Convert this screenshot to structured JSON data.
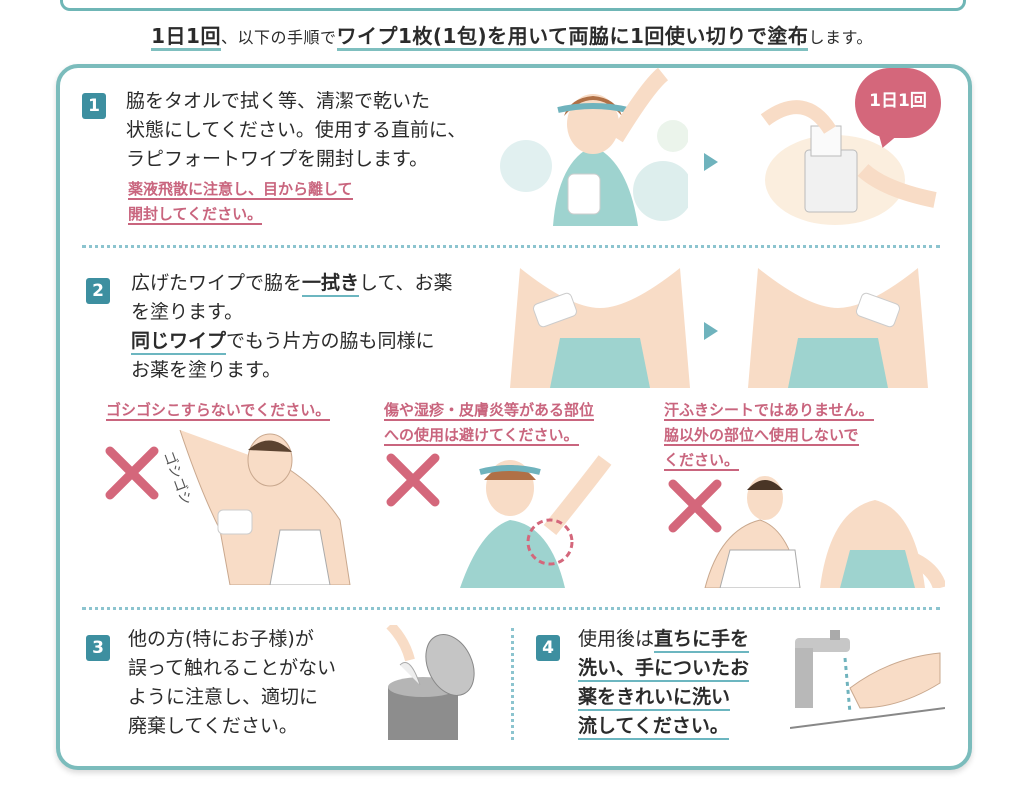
{
  "headline": {
    "part1": "1日1回",
    "part2": "、以下の手順で",
    "part3": "ワイプ1枚(1包)を用いて両脇に1回使い切りで塗布",
    "part4": "します。"
  },
  "badge": "1日1回",
  "steps": [
    {
      "num": "1",
      "lines": [
        "脇をタオルで拭く等、清潔で乾いた",
        "状態にしてください。使用する直前に、",
        "ラピフォートワイプを開封します。"
      ],
      "warning": [
        "薬液飛散に注意し、目から離して",
        "開封してください。"
      ]
    },
    {
      "num": "2",
      "line1a": "広げたワイプで脇を",
      "line1b": "一拭き",
      "line1c": "して、お薬",
      "line2": "を塗ります。",
      "line3a": "同じワイプ",
      "line3b": "でもう片方の脇も同様に",
      "line4": "お薬を塗ります。"
    },
    {
      "num": "3",
      "lines": [
        "他の方(特にお子様)が",
        "誤って触れることがない",
        "ように注意し、適切に",
        "廃棄してください。"
      ]
    },
    {
      "num": "4",
      "line1a": "使用後は",
      "line1b": "直ちに手を",
      "line2": "洗い、手についたお",
      "line3": "薬をきれいに洗い",
      "line4": "流してください。"
    }
  ],
  "cautions": [
    {
      "lines": [
        "ゴシゴシこすらないでください。"
      ]
    },
    {
      "lines": [
        "傷や湿疹・皮膚炎等がある部位",
        "への使用は避けてください。"
      ]
    },
    {
      "lines": [
        "汗ふきシートではありません。",
        "脇以外の部位へ使用しないで",
        "ください。"
      ]
    }
  ],
  "sfx": "ゴシゴシ",
  "colors": {
    "teal": "#7bbcbc",
    "step_badge": "#3d8fa0",
    "warning": "#c9657e",
    "cross": "#d4677b"
  }
}
